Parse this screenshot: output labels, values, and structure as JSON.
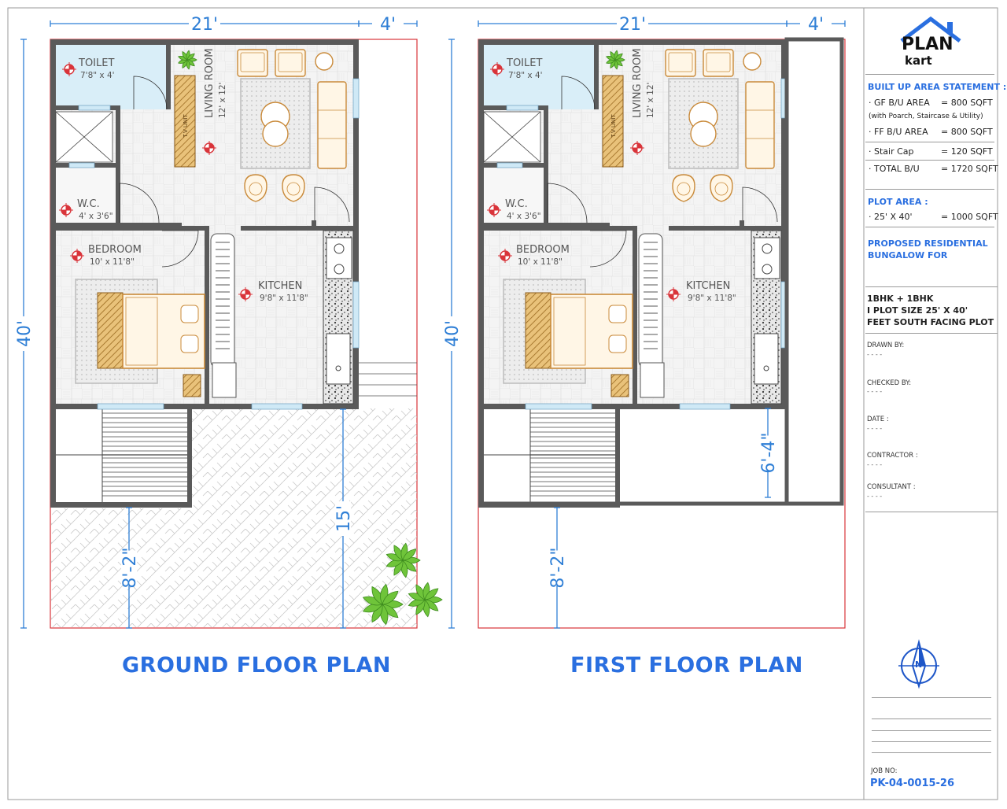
{
  "drawing": {
    "ground": {
      "title": "GROUND FLOOR PLAN",
      "dims": {
        "top_main": "21'",
        "top_side": "4'",
        "left": "40'",
        "front_left": "8'-2\"",
        "front_right": "15'"
      },
      "rooms": {
        "toilet": {
          "name": "TOILET",
          "size": "7'8\" x 4'"
        },
        "wc": {
          "name": "W.C.",
          "size": "4' x 3'6\""
        },
        "living": {
          "name": "LIVING ROOM",
          "size": "12' x 12'"
        },
        "bedroom": {
          "name": "BEDROOM",
          "size": "10' x 11'8\""
        },
        "kitchen": {
          "name": "KITCHEN",
          "size": "9'8\" x 11'8\""
        },
        "tv": "T.V UNIT"
      }
    },
    "first": {
      "title": "FIRST FLOOR PLAN",
      "dims": {
        "top_main": "21'",
        "top_side": "4'",
        "left": "40'",
        "front_left": "8'-2\"",
        "front_right": "6'-4\""
      },
      "rooms": {
        "toilet": {
          "name": "TOILET",
          "size": "7'8\" x 4'"
        },
        "wc": {
          "name": "W.C.",
          "size": "4' x 3'6\""
        },
        "living": {
          "name": "LIVING ROOM",
          "size": "12' x 12'"
        },
        "bedroom": {
          "name": "BEDROOM",
          "size": "10' x 11'8\""
        },
        "kitchen": {
          "name": "KITCHEN",
          "size": "9'8\" x 11'8\""
        },
        "tv": "T.V UNIT"
      }
    }
  },
  "titleblock": {
    "logo": {
      "plan": "PLAN",
      "kart": "kart"
    },
    "bua_heading": "BUILT UP AREA STATEMENT :",
    "bua_rows": [
      {
        "label": "· GF B/U AREA",
        "value": "= 800 SQFT"
      },
      {
        "label": "· FF B/U AREA",
        "value": "= 800 SQFT"
      },
      {
        "label": "· Stair Cap",
        "value": "= 120 SQFT"
      },
      {
        "label": "· TOTAL B/U",
        "value": "= 1720 SQFT"
      }
    ],
    "bua_note": "(with Poarch, Staircase & Utility)",
    "plot_heading": "PLOT AREA :",
    "plot_row": {
      "label": "· 25' X 40'",
      "value": "= 1000 SQFT"
    },
    "proposed": [
      "PROPOSED RESIDENTIAL",
      "BUNGALOW FOR"
    ],
    "desc": [
      "1BHK + 1BHK",
      "I PLOT SIZE 25' X 40'",
      "FEET SOUTH FACING PLOT"
    ],
    "fields": [
      {
        "label": "DRAWN BY:",
        "value": "- - - -"
      },
      {
        "label": "CHECKED BY:",
        "value": "- - - -"
      },
      {
        "label": "DATE :",
        "value": "- - - -"
      },
      {
        "label": "CONTRACTOR :",
        "value": "- - - -"
      },
      {
        "label": "CONSULTANT :",
        "value": "- - - -"
      }
    ],
    "north": "N",
    "job_label": "JOB NO:",
    "job_no": "PK-04-0015-26"
  },
  "colors": {
    "accent": "#2a6fe0",
    "dim": "#2f7fd6",
    "plot": "#d9343a",
    "wall": "#555555",
    "wood": "#c98a3a",
    "plant": "#6fc43a"
  }
}
